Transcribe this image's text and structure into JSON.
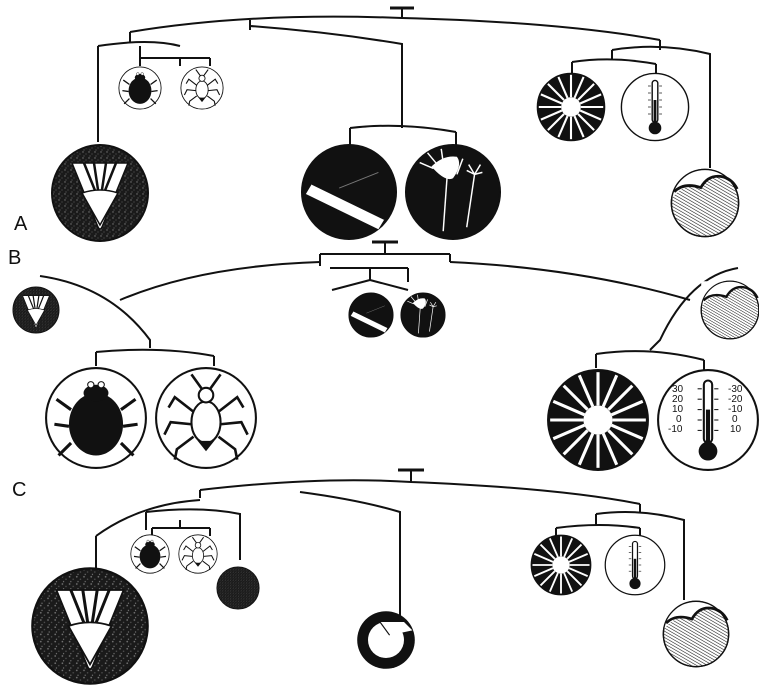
{
  "panels": [
    {
      "label": "A"
    },
    {
      "label": "B"
    },
    {
      "label": "C"
    }
  ],
  "thermometer_scale": {
    "left_ticks": [
      "30",
      "20",
      "10",
      "0",
      "-10"
    ],
    "right_ticks": [
      "-30",
      "-20",
      "-10",
      "0",
      "10"
    ]
  },
  "colors": {
    "ink": "#111111",
    "paper": "#ffffff"
  }
}
